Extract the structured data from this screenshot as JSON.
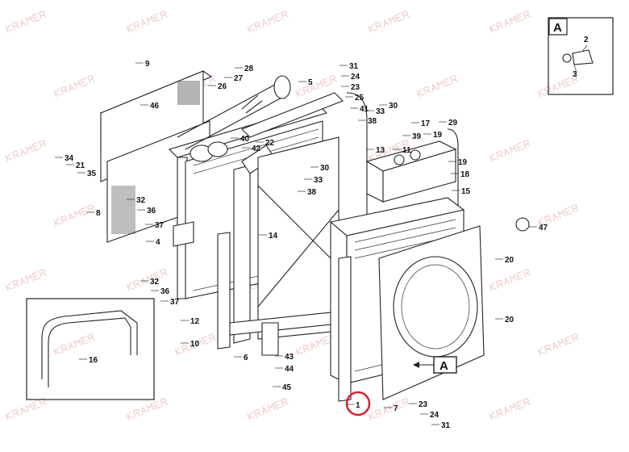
{
  "watermark": "KRAMER",
  "callouts": [
    "9",
    "46",
    "26",
    "27",
    "28",
    "5",
    "31",
    "24",
    "23",
    "25",
    "41",
    "33",
    "30",
    "38",
    "39",
    "17",
    "19",
    "29",
    "11",
    "13",
    "34",
    "21",
    "35",
    "40",
    "42",
    "22",
    "30",
    "33",
    "38",
    "32",
    "36",
    "37",
    "8",
    "14",
    "4",
    "47",
    "32",
    "36",
    "37",
    "20",
    "12",
    "10",
    "6",
    "43",
    "44",
    "45",
    "16",
    "20",
    "1",
    "7",
    "23",
    "24",
    "31",
    "19",
    "18",
    "15"
  ],
  "view_marker": "A",
  "inset": {
    "title": "A",
    "callouts": [
      "2",
      "3"
    ]
  },
  "highlight": {
    "part": "1",
    "color": "#d8222a"
  }
}
